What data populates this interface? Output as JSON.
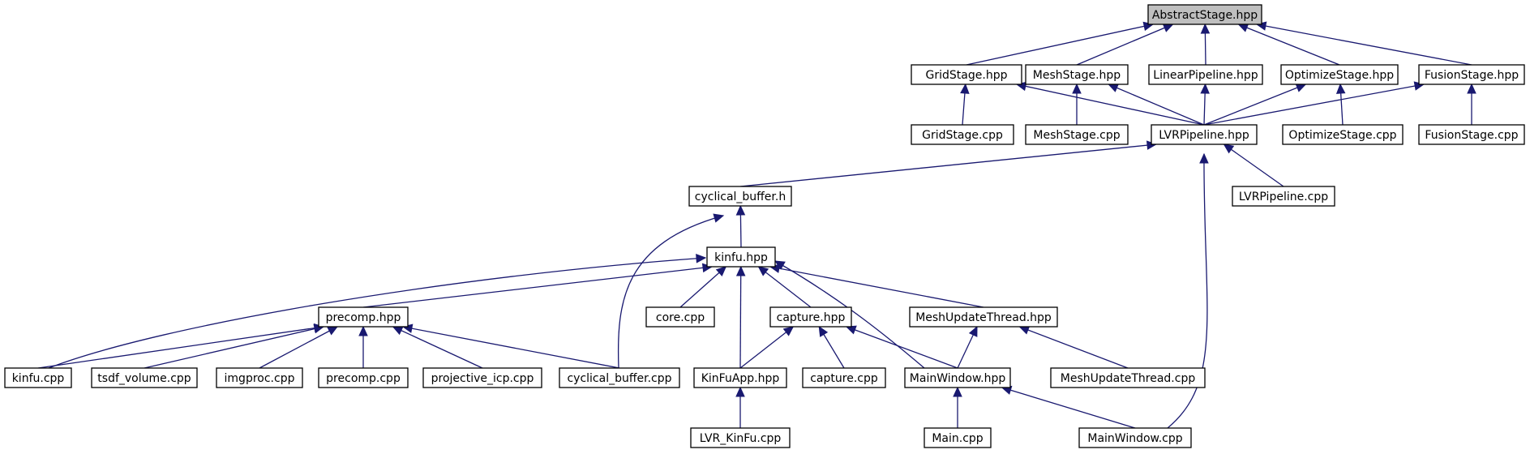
{
  "graph": {
    "nodes": [
      {
        "id": "abstractstage_hpp",
        "label": "AbstractStage.hpp",
        "root": true
      },
      {
        "id": "gridstage_hpp",
        "label": "GridStage.hpp"
      },
      {
        "id": "meshstage_hpp",
        "label": "MeshStage.hpp"
      },
      {
        "id": "linearpipeline_hpp",
        "label": "LinearPipeline.hpp"
      },
      {
        "id": "optimizestage_hpp",
        "label": "OptimizeStage.hpp"
      },
      {
        "id": "fusionstage_hpp",
        "label": "FusionStage.hpp"
      },
      {
        "id": "gridstage_cpp",
        "label": "GridStage.cpp"
      },
      {
        "id": "meshstage_cpp",
        "label": "MeshStage.cpp"
      },
      {
        "id": "lvrpipeline_hpp",
        "label": "LVRPipeline.hpp"
      },
      {
        "id": "optimizestage_cpp",
        "label": "OptimizeStage.cpp"
      },
      {
        "id": "fusionstage_cpp",
        "label": "FusionStage.cpp"
      },
      {
        "id": "cyclical_buffer_h",
        "label": "cyclical_buffer.h"
      },
      {
        "id": "lvrpipeline_cpp",
        "label": "LVRPipeline.cpp"
      },
      {
        "id": "kinfu_hpp",
        "label": "kinfu.hpp"
      },
      {
        "id": "precomp_hpp",
        "label": "precomp.hpp"
      },
      {
        "id": "core_cpp",
        "label": "core.cpp"
      },
      {
        "id": "capture_hpp",
        "label": "capture.hpp"
      },
      {
        "id": "meshupdatethread_hpp",
        "label": "MeshUpdateThread.hpp"
      },
      {
        "id": "kinfu_cpp",
        "label": "kinfu.cpp"
      },
      {
        "id": "tsdf_volume_cpp",
        "label": "tsdf_volume.cpp"
      },
      {
        "id": "imgproc_cpp",
        "label": "imgproc.cpp"
      },
      {
        "id": "precomp_cpp",
        "label": "precomp.cpp"
      },
      {
        "id": "projective_icp_cpp",
        "label": "projective_icp.cpp"
      },
      {
        "id": "cyclical_buffer_cpp",
        "label": "cyclical_buffer.cpp"
      },
      {
        "id": "kinfuapp_hpp",
        "label": "KinFuApp.hpp"
      },
      {
        "id": "capture_cpp",
        "label": "capture.cpp"
      },
      {
        "id": "mainwindow_hpp",
        "label": "MainWindow.hpp"
      },
      {
        "id": "meshupdatethread_cpp",
        "label": "MeshUpdateThread.cpp"
      },
      {
        "id": "lvr_kinfu_cpp",
        "label": "LVR_KinFu.cpp"
      },
      {
        "id": "main_cpp",
        "label": "Main.cpp"
      },
      {
        "id": "mainwindow_cpp",
        "label": "MainWindow.cpp"
      }
    ],
    "edges": [
      {
        "from": "gridstage_hpp",
        "to": "abstractstage_hpp"
      },
      {
        "from": "meshstage_hpp",
        "to": "abstractstage_hpp"
      },
      {
        "from": "linearpipeline_hpp",
        "to": "abstractstage_hpp"
      },
      {
        "from": "optimizestage_hpp",
        "to": "abstractstage_hpp"
      },
      {
        "from": "fusionstage_hpp",
        "to": "abstractstage_hpp"
      },
      {
        "from": "gridstage_cpp",
        "to": "gridstage_hpp"
      },
      {
        "from": "lvrpipeline_hpp",
        "to": "gridstage_hpp"
      },
      {
        "from": "meshstage_cpp",
        "to": "meshstage_hpp"
      },
      {
        "from": "lvrpipeline_hpp",
        "to": "meshstage_hpp"
      },
      {
        "from": "lvrpipeline_hpp",
        "to": "linearpipeline_hpp"
      },
      {
        "from": "lvrpipeline_hpp",
        "to": "optimizestage_hpp"
      },
      {
        "from": "optimizestage_cpp",
        "to": "optimizestage_hpp"
      },
      {
        "from": "lvrpipeline_hpp",
        "to": "fusionstage_hpp"
      },
      {
        "from": "fusionstage_cpp",
        "to": "fusionstage_hpp"
      },
      {
        "from": "cyclical_buffer_h",
        "to": "lvrpipeline_hpp"
      },
      {
        "from": "lvrpipeline_cpp",
        "to": "lvrpipeline_hpp"
      },
      {
        "from": "mainwindow_cpp",
        "to": "lvrpipeline_hpp"
      },
      {
        "from": "kinfu_hpp",
        "to": "cyclical_buffer_h"
      },
      {
        "from": "cyclical_buffer_cpp",
        "to": "cyclical_buffer_h"
      },
      {
        "from": "kinfu_cpp",
        "to": "kinfu_hpp"
      },
      {
        "from": "precomp_hpp",
        "to": "kinfu_hpp"
      },
      {
        "from": "core_cpp",
        "to": "kinfu_hpp"
      },
      {
        "from": "kinfuapp_hpp",
        "to": "kinfu_hpp"
      },
      {
        "from": "capture_hpp",
        "to": "kinfu_hpp"
      },
      {
        "from": "mainwindow_hpp",
        "to": "kinfu_hpp"
      },
      {
        "from": "meshupdatethread_hpp",
        "to": "kinfu_hpp"
      },
      {
        "from": "kinfu_cpp",
        "to": "precomp_hpp"
      },
      {
        "from": "tsdf_volume_cpp",
        "to": "precomp_hpp"
      },
      {
        "from": "imgproc_cpp",
        "to": "precomp_hpp"
      },
      {
        "from": "precomp_cpp",
        "to": "precomp_hpp"
      },
      {
        "from": "projective_icp_cpp",
        "to": "precomp_hpp"
      },
      {
        "from": "cyclical_buffer_cpp",
        "to": "precomp_hpp"
      },
      {
        "from": "kinfuapp_hpp",
        "to": "capture_hpp"
      },
      {
        "from": "capture_cpp",
        "to": "capture_hpp"
      },
      {
        "from": "mainwindow_hpp",
        "to": "capture_hpp"
      },
      {
        "from": "mainwindow_hpp",
        "to": "meshupdatethread_hpp"
      },
      {
        "from": "meshupdatethread_cpp",
        "to": "meshupdatethread_hpp"
      },
      {
        "from": "lvr_kinfu_cpp",
        "to": "kinfuapp_hpp"
      },
      {
        "from": "main_cpp",
        "to": "mainwindow_hpp"
      },
      {
        "from": "mainwindow_cpp",
        "to": "mainwindow_hpp"
      }
    ]
  },
  "colors": {
    "edge": "#191970",
    "node_border": "#000000",
    "root_fill": "#bfbfbf",
    "node_fill": "#ffffff"
  }
}
